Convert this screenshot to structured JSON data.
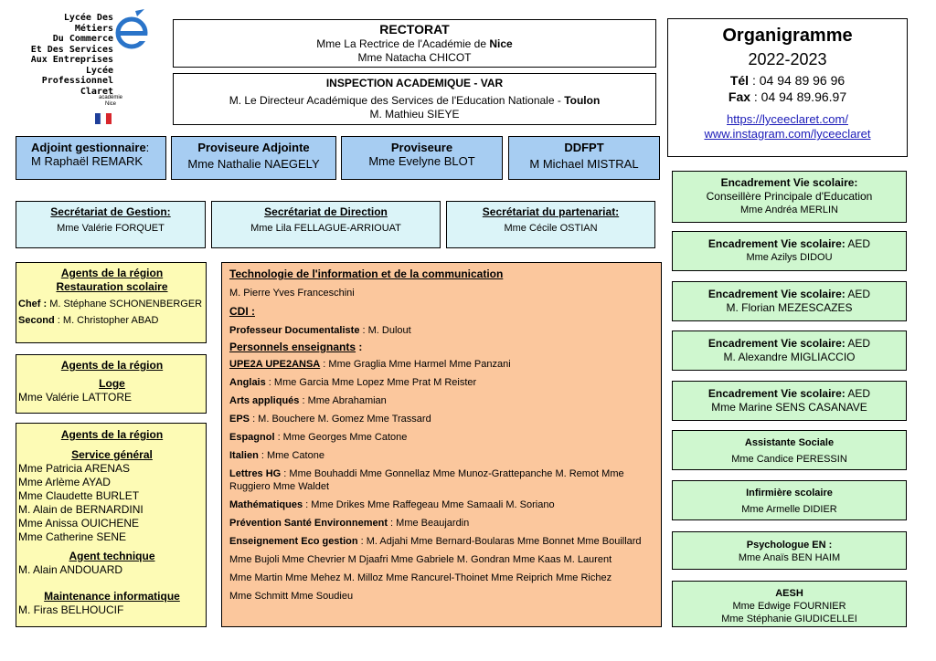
{
  "logo": {
    "lines": [
      "Lycée Des Métiers",
      "Du Commerce",
      "Et Des Services",
      "Aux Entreprises",
      "Lycée Professionnel",
      "Claret"
    ],
    "academie": [
      "académie",
      "Nice"
    ]
  },
  "rectorat": {
    "title": "RECTORAT",
    "line1_pre": "Mme La Rectrice de l'Académie de ",
    "line1_bold": "Nice",
    "line2": "Mme Natacha CHICOT"
  },
  "inspection": {
    "title": "INSPECTION ACADEMIQUE - VAR",
    "line1_pre": "M. Le Directeur Académique des Services de l'Education Nationale - ",
    "line1_bold": "Toulon",
    "line2": "M. Mathieu SIEYE"
  },
  "org": {
    "title": "Organigramme",
    "year": "2022-2023",
    "tel_label": "Tél",
    "tel_value": " : 04 94 89 96 96",
    "fax_label": "Fax",
    "fax_value": " : 04 94 89.96.97",
    "link1": "https://lyceeclaret.com/",
    "link2": "www.instagram.com/lyceeclaret"
  },
  "direction": [
    {
      "title": "Adjoint gestionnaire",
      "suffix": ":",
      "name": "M Raphaël REMARK"
    },
    {
      "title": "Proviseure Adjointe",
      "suffix": "",
      "name": "Mme Nathalie NAEGELY"
    },
    {
      "title": "Proviseure",
      "suffix": "",
      "name": "Mme Evelyne BLOT"
    },
    {
      "title": "DDFPT",
      "suffix": "",
      "name": "M Michael MISTRAL"
    }
  ],
  "secretariats": [
    {
      "title": "Secrétariat de Gestion:",
      "name": "Mme Valérie FORQUET"
    },
    {
      "title": "Secrétariat de Direction",
      "name": "Mme Lila FELLAGUE-ARRIOUAT"
    },
    {
      "title": "Secrétariat du partenariat:",
      "name": "Mme Cécile OSTIAN"
    }
  ],
  "restauration": {
    "title1": "Agents de la région",
    "title2": "Restauration scolaire",
    "chef_label": "Chef :",
    "chef_name": " M. Stéphane SCHONENBERGER",
    "second_label": "Second",
    "second_name": " : M. Christopher ABAD"
  },
  "loge": {
    "title": "Agents de la région",
    "sub": "Loge",
    "name": "Mme Valérie LATTORE"
  },
  "general": {
    "title": "Agents de la région",
    "service": "Service général",
    "names": [
      "Mme Patricia  ARENAS",
      "Mme Arlème AYAD",
      "Mme Claudette BURLET",
      "M. Alain de BERNARDINI",
      "Mme Anissa OUICHENE",
      "Mme Catherine SENE"
    ],
    "tech_title": "Agent technique",
    "tech_name": "M. Alain ANDOUARD",
    "info_title": "Maintenance informatique",
    "info_name": "M. Firas BELHOUCIF"
  },
  "center": {
    "tic_title": "Technologie de l'information et de la communication",
    "tic_name": "M. Pierre Yves Franceschini",
    "cdi_title": "CDI :",
    "doc_label": "Professeur Documentaliste",
    "doc_name": " : M. Dulout",
    "pe_title": "Personnels enseignants",
    "pe_suffix": " :",
    "rows": [
      {
        "label": "UPE2A UPE2ANSA",
        "text": " : Mme Graglia Mme Harmel Mme Panzani"
      },
      {
        "label": "Anglais",
        "text": " : Mme Garcia Mme Lopez Mme Prat M Reister"
      },
      {
        "label": "Arts appliqués",
        "text": " : Mme Abrahamian"
      },
      {
        "label": "EPS",
        "text": " : M. Bouchere M. Gomez Mme Trassard"
      },
      {
        "label": "Espagnol",
        "text": " : Mme Georges Mme Catone"
      },
      {
        "label": "Italien",
        "text": " : Mme Catone"
      },
      {
        "label": "Lettres HG",
        "text": " : Mme Bouhaddi Mme Gonnellaz Mme Munoz-Grattepanche M. Remot Mme Ruggiero Mme Waldet"
      },
      {
        "label": "Mathématiques",
        "text": " : Mme Drikes Mme Raffegeau Mme Samaali M. Soriano"
      },
      {
        "label": "Prévention Santé Environnement",
        "text": " : Mme Beaujardin"
      },
      {
        "label": "Enseignement Eco gestion",
        "text": " : M. Adjahi Mme Bernard-Boularas Mme Bonnet Mme Bouillard"
      }
    ],
    "extra": [
      "Mme Bujoli Mme Chevrier M Djaafri Mme Gabriele M. Gondran Mme Kaas M. Laurent",
      "Mme Martin Mme Mehez M. Milloz Mme Rancurel-Thoinet Mme Reiprich Mme Richez",
      "Mme Schmitt Mme Soudieu"
    ]
  },
  "vie_scolaire": [
    {
      "title": "Encadrement Vie scolaire:",
      "title_extra": "",
      "role": "Conseillère Principale d'Education",
      "name": "Mme Andréa MERLIN"
    },
    {
      "title": "Encadrement Vie scolaire:",
      "title_extra": " AED",
      "role": "",
      "name": "Mme Azilys DIDOU"
    },
    {
      "title": "Encadrement Vie scolaire:",
      "title_extra": " AED",
      "role": "",
      "name": "M. Florian MEZESCAZES"
    },
    {
      "title": "Encadrement Vie scolaire:",
      "title_extra": " AED",
      "role": "",
      "name": "M. Alexandre MIGLIACCIO"
    },
    {
      "title": "Encadrement Vie scolaire:",
      "title_extra": " AED",
      "role": "",
      "name": "Mme Marine SENS CASANAVE"
    }
  ],
  "social": [
    {
      "title": "Assistante Sociale",
      "names": [
        "Mme Candice PERESSIN"
      ]
    },
    {
      "title": "Infirmière scolaire",
      "names": [
        "Mme Armelle DIDIER"
      ]
    },
    {
      "title": "Psychologue EN :",
      "names": [
        "Mme Anaïs BEN HAIM"
      ]
    },
    {
      "title": "AESH",
      "names": [
        "Mme Edwige FOURNIER",
        "Mme Stéphanie GIUDICELLEI"
      ]
    }
  ]
}
